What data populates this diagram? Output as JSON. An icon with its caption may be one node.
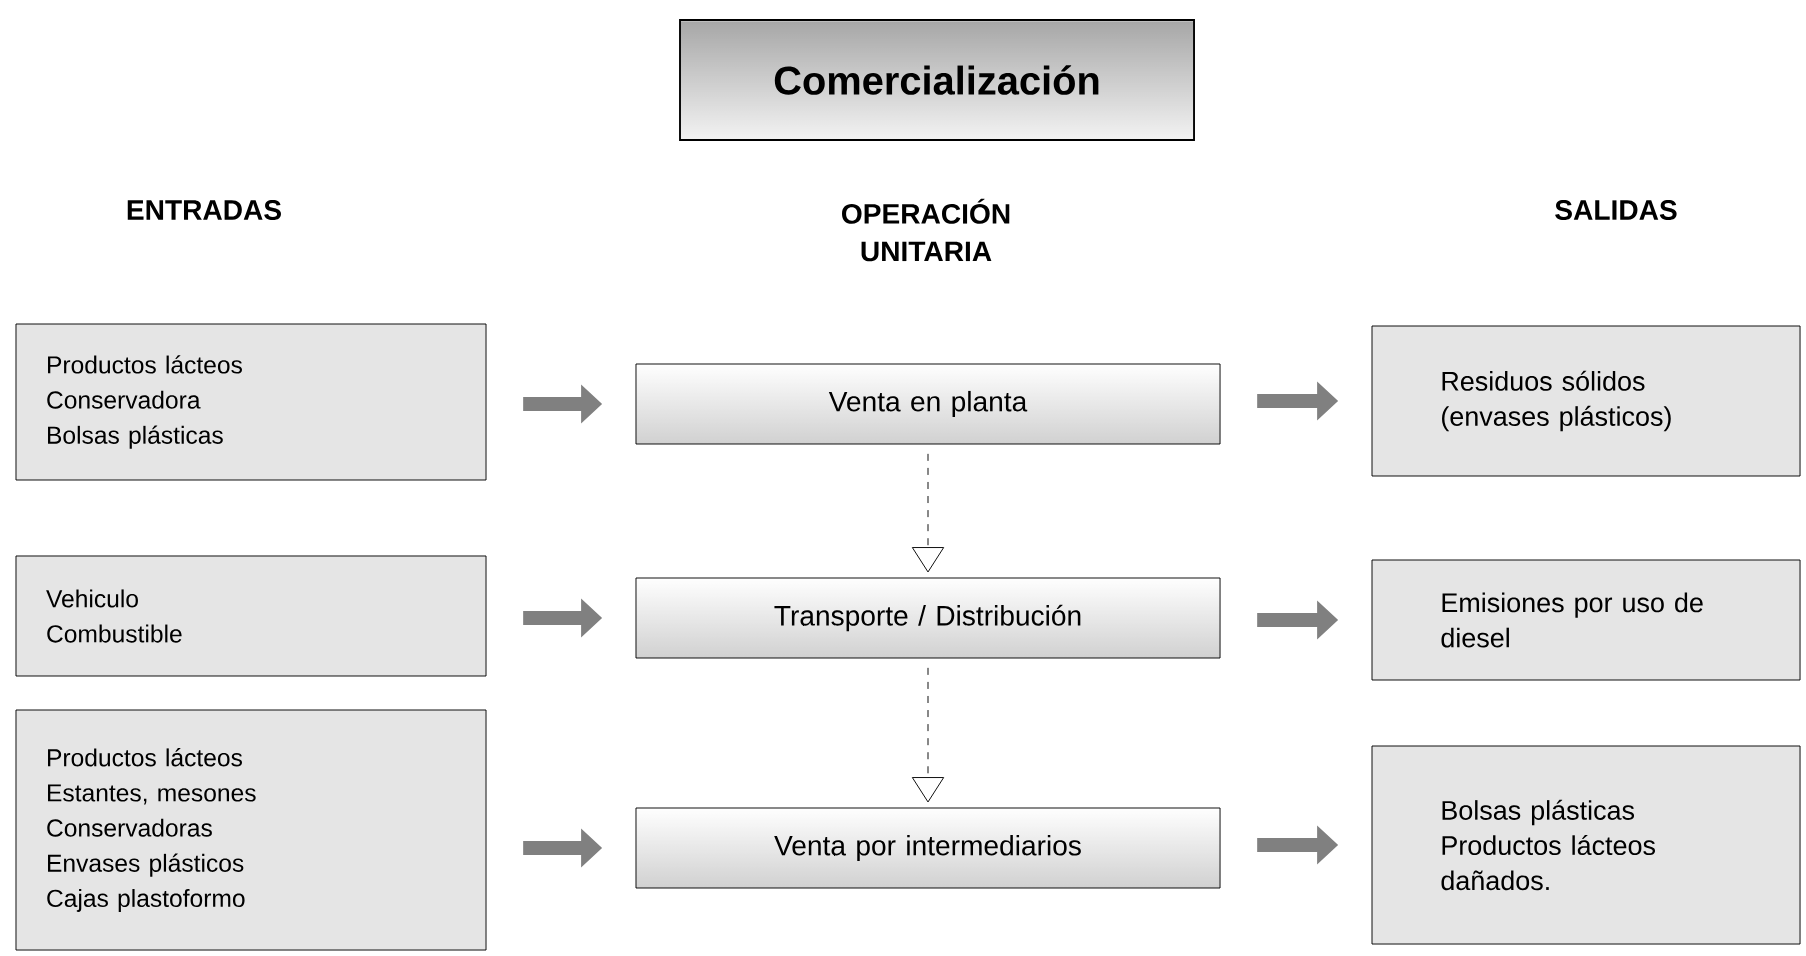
{
  "diagram": {
    "nodes": [
      {
        "text": [
          "Comercialización"
        ]
      },
      {
        "text": [
          "Productos lácteos",
          "Conservadora",
          "Bolsas plásticas"
        ]
      },
      {
        "text": [
          "Venta en planta"
        ]
      },
      {
        "text": [
          "Residuos sólidos (envases plásticos)"
        ]
      },
      {
        "text": [
          "Vehiculo",
          "Combustible"
        ]
      },
      {
        "text": [
          "Transporte / Distribución"
        ]
      },
      {
        "text": [
          "Emisiones por uso de diesel"
        ]
      },
      {
        "text": [
          "Productos lácteos",
          "Estantes, mesones",
          "Conservadoras",
          "Envases plásticos",
          "Cajas plastoformo"
        ]
      },
      {
        "text": [
          "Venta por intermediarios"
        ]
      },
      {
        "text": [
          "Bolsas plásticas",
          "Productos lácteos dañados."
        ]
      }
    ],
    "edges": [
      {
        "from": 1,
        "to": 2,
        "arrow": "to"
      },
      {
        "from": 2,
        "to": 3,
        "arrow": "to"
      },
      {
        "from": 2,
        "to": 5,
        "arrow": "to",
        "style": "dashed",
        "color": "#000000"
      },
      {
        "from": 4,
        "to": 5,
        "arrow": "to"
      },
      {
        "from": 5,
        "to": 6,
        "arrow": "to"
      },
      {
        "from": 5,
        "to": 8,
        "arrow": "to",
        "style": "dashed",
        "color": "#000000"
      },
      {
        "from": 7,
        "to": 8,
        "arrow": "to"
      },
      {
        "from": 8,
        "to": 9,
        "arrow": "to"
      }
    ],
    "labels": [
      "ENTRADAS",
      "OPERACIÓN UNITARIA",
      "SALIDAS"
    ]
  }
}
